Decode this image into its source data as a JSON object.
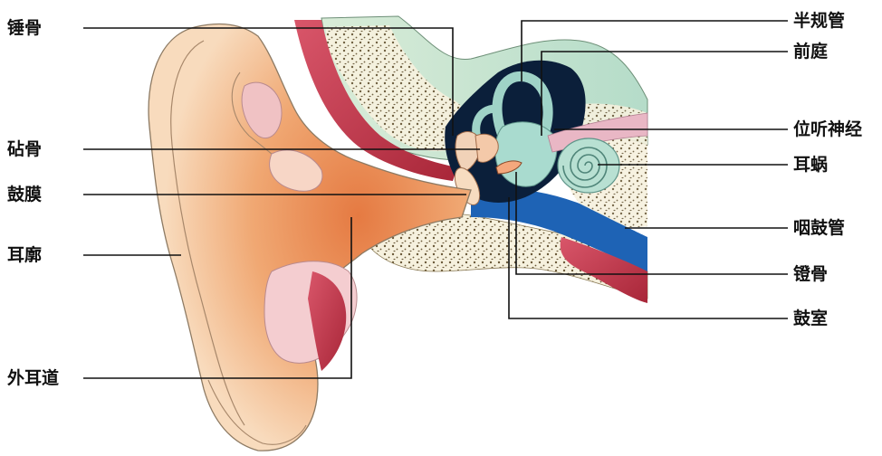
{
  "figure": {
    "title": "",
    "left_labels": {
      "malleus": "锤骨",
      "incus": "砧骨",
      "eardrum": "鼓膜",
      "auricle": "耳廓",
      "ear_canal": "外耳道"
    },
    "right_labels": {
      "semicircular_canals": "半规管",
      "vestibule": "前庭",
      "vestibulocochlear_nerve": "位听神经",
      "cochlea": "耳蜗",
      "eustachian_tube": "咽鼓管",
      "stapes": "镫骨",
      "tympanic_cavity": "鼓室"
    }
  },
  "colors": {
    "auricle_skin": "#f4cda4",
    "canal_flesh": "#e98a55",
    "bone": "#f6f1de",
    "bone_dots": "#6b5a3a",
    "muscle": "#c2374a",
    "middle_ear_dark": "#0b1f3a",
    "eustachian_blue": "#1e63b5",
    "inner_ear_teal": "#9fd3c7",
    "nerve_pink": "#e9b7c5",
    "leader_line": "#111111"
  }
}
